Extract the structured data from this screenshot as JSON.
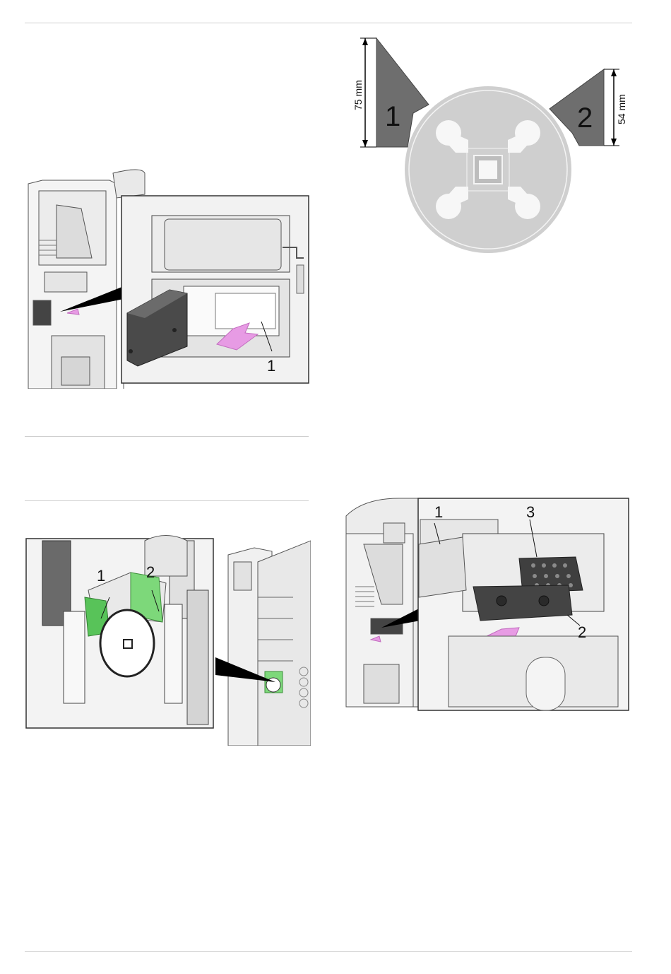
{
  "figure1": {
    "callout": "1"
  },
  "figure2": {
    "part1_label": "1",
    "part2_label": "2",
    "dim1": "75 mm",
    "dim2": "54 mm"
  },
  "figure3": {
    "callout1": "1",
    "callout2": "2"
  },
  "figure4": {
    "callout1": "1",
    "callout2": "2",
    "callout3": "3"
  }
}
